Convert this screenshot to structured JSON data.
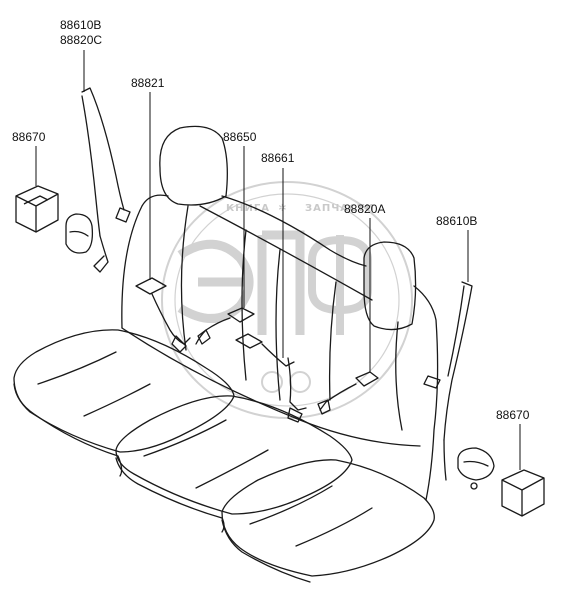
{
  "diagram": {
    "callouts": [
      {
        "id": "c1",
        "text": "88610B"
      },
      {
        "id": "c2",
        "text": "88820C"
      },
      {
        "id": "c3",
        "text": "88821"
      },
      {
        "id": "c4",
        "text": "88670"
      },
      {
        "id": "c5",
        "text": "88650"
      },
      {
        "id": "c6",
        "text": "88661"
      },
      {
        "id": "c7",
        "text": "88820A"
      },
      {
        "id": "c8",
        "text": "88610B"
      },
      {
        "id": "c9",
        "text": "88670"
      }
    ]
  },
  "watermark": {
    "logo_text": "ЭПФ",
    "left_text": "КНИГА",
    "right_text": "ЗАПЧАСТИ"
  },
  "colors": {
    "line": "#1a1a1a",
    "watermark": "#cfcfcf",
    "leader": "#111111"
  }
}
